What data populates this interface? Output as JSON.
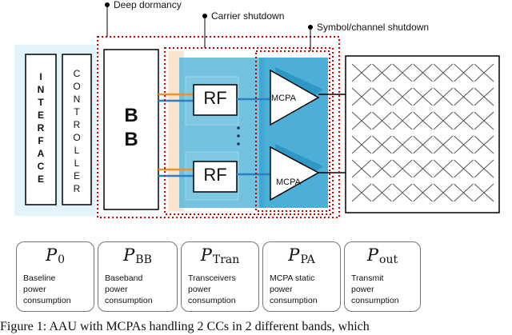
{
  "labels": {
    "deep_dormancy": "Deep dormancy",
    "carrier_shutdown": "Carrier shutdown",
    "symbol_shutdown": "Symbol/channel shutdown"
  },
  "blocks": {
    "interface": [
      "I",
      "N",
      "T",
      "E",
      "R",
      "F",
      "A",
      "C",
      "E"
    ],
    "controller": [
      "C",
      "O",
      "N",
      "T",
      "R",
      "O",
      "L",
      "L",
      "E",
      "R"
    ],
    "bb": [
      "B",
      "B"
    ],
    "rf_top": "RF",
    "rf_bottom": "RF",
    "mcpa_top": "MCPA",
    "mcpa_bottom": "MCPA"
  },
  "colors": {
    "light_blue": "#e3f3fb",
    "mid_blue": "#5bb8da",
    "dark_blue": "#2a9ccc",
    "peach": "#f9e3cf",
    "red_dotted": "#cc0000",
    "orange_line": "#f0902a"
  },
  "cards": [
    {
      "symbol": "P",
      "sub": "0",
      "desc": "Baseline\npower\nconsumption"
    },
    {
      "symbol": "P",
      "sub": "BB",
      "desc": "Baseband\npower\nconsumption"
    },
    {
      "symbol": "P",
      "sub": "Tran",
      "desc": "Transceivers\npower\nconsumption"
    },
    {
      "symbol": "P",
      "sub": "PA",
      "desc": "MCPA static\npower\nconsumption"
    },
    {
      "symbol": "P",
      "sub": "out",
      "desc": "Transmit\npower\nconsumption"
    }
  ],
  "caption": "Figure 1: AAU with MCPAs handling 2 CCs in 2 different bands, which"
}
